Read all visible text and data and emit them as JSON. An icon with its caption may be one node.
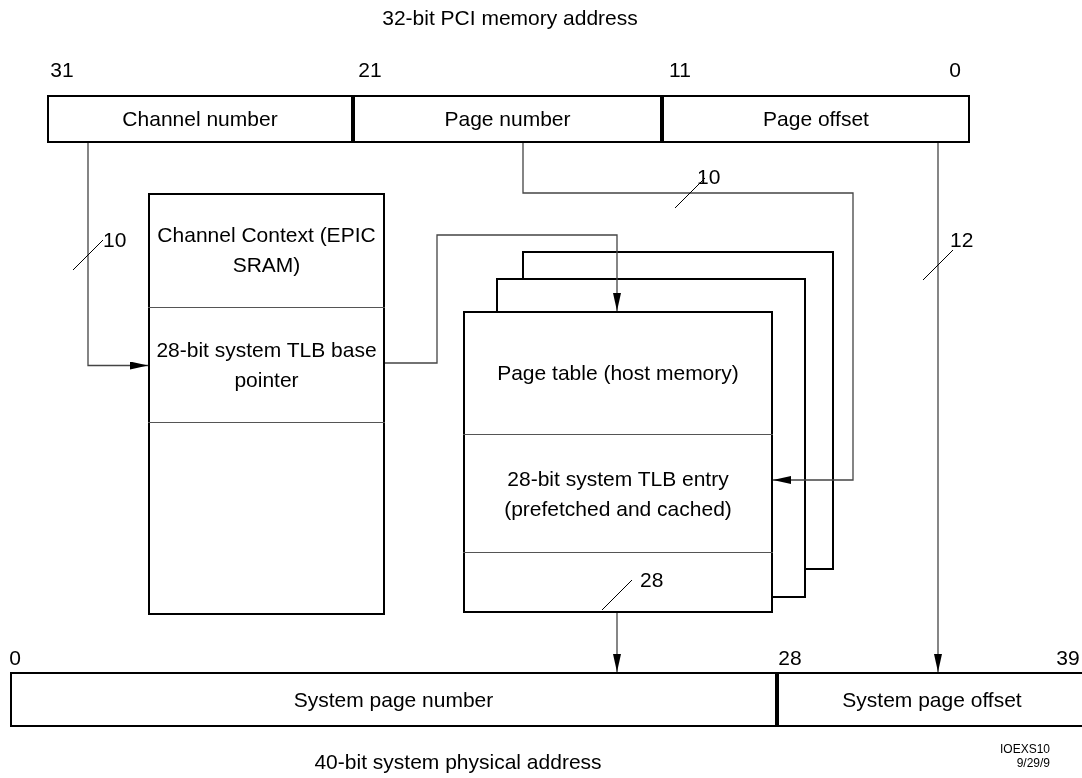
{
  "diagram": {
    "nodes": [
      {
        "text": [
          "Channel number"
        ]
      },
      {
        "text": [
          "Page number"
        ]
      },
      {
        "text": [
          "Page offset"
        ]
      },
      {
        "text": [],
        "shape": "box"
      },
      {
        "text": [
          "Channel Context (EPIC SRAM)"
        ],
        "in": 3
      },
      {
        "text": [
          "28-bit system TLB base pointer"
        ],
        "in": 3
      },
      {
        "text": [],
        "shape": "box"
      },
      {
        "text": [
          "Page table (host memory)"
        ],
        "in": 6
      },
      {
        "text": [
          "28-bit system TLB entry (prefetched and cached)"
        ],
        "in": 6
      },
      {
        "text": [
          "System page number"
        ]
      },
      {
        "text": [
          "System page offset"
        ]
      }
    ],
    "edges": [
      {
        "from": 0,
        "to": 5,
        "arrow": "to",
        "label": "10"
      },
      {
        "from": 1,
        "to": 8,
        "arrow": "to",
        "label": "10"
      },
      {
        "from": 5,
        "to": 6,
        "arrow": "to"
      },
      {
        "from": 2,
        "to": 10,
        "arrow": "to",
        "label": "12"
      },
      {
        "from": 6,
        "to": 9,
        "arrow": "to",
        "label": "28"
      }
    ],
    "labels": [
      "32-bit PCI memory address",
      "31",
      "21",
      "11",
      "0",
      "0",
      "28",
      "39",
      "40-bit system physical address",
      "IOEXS10",
      "9/29/9"
    ]
  }
}
